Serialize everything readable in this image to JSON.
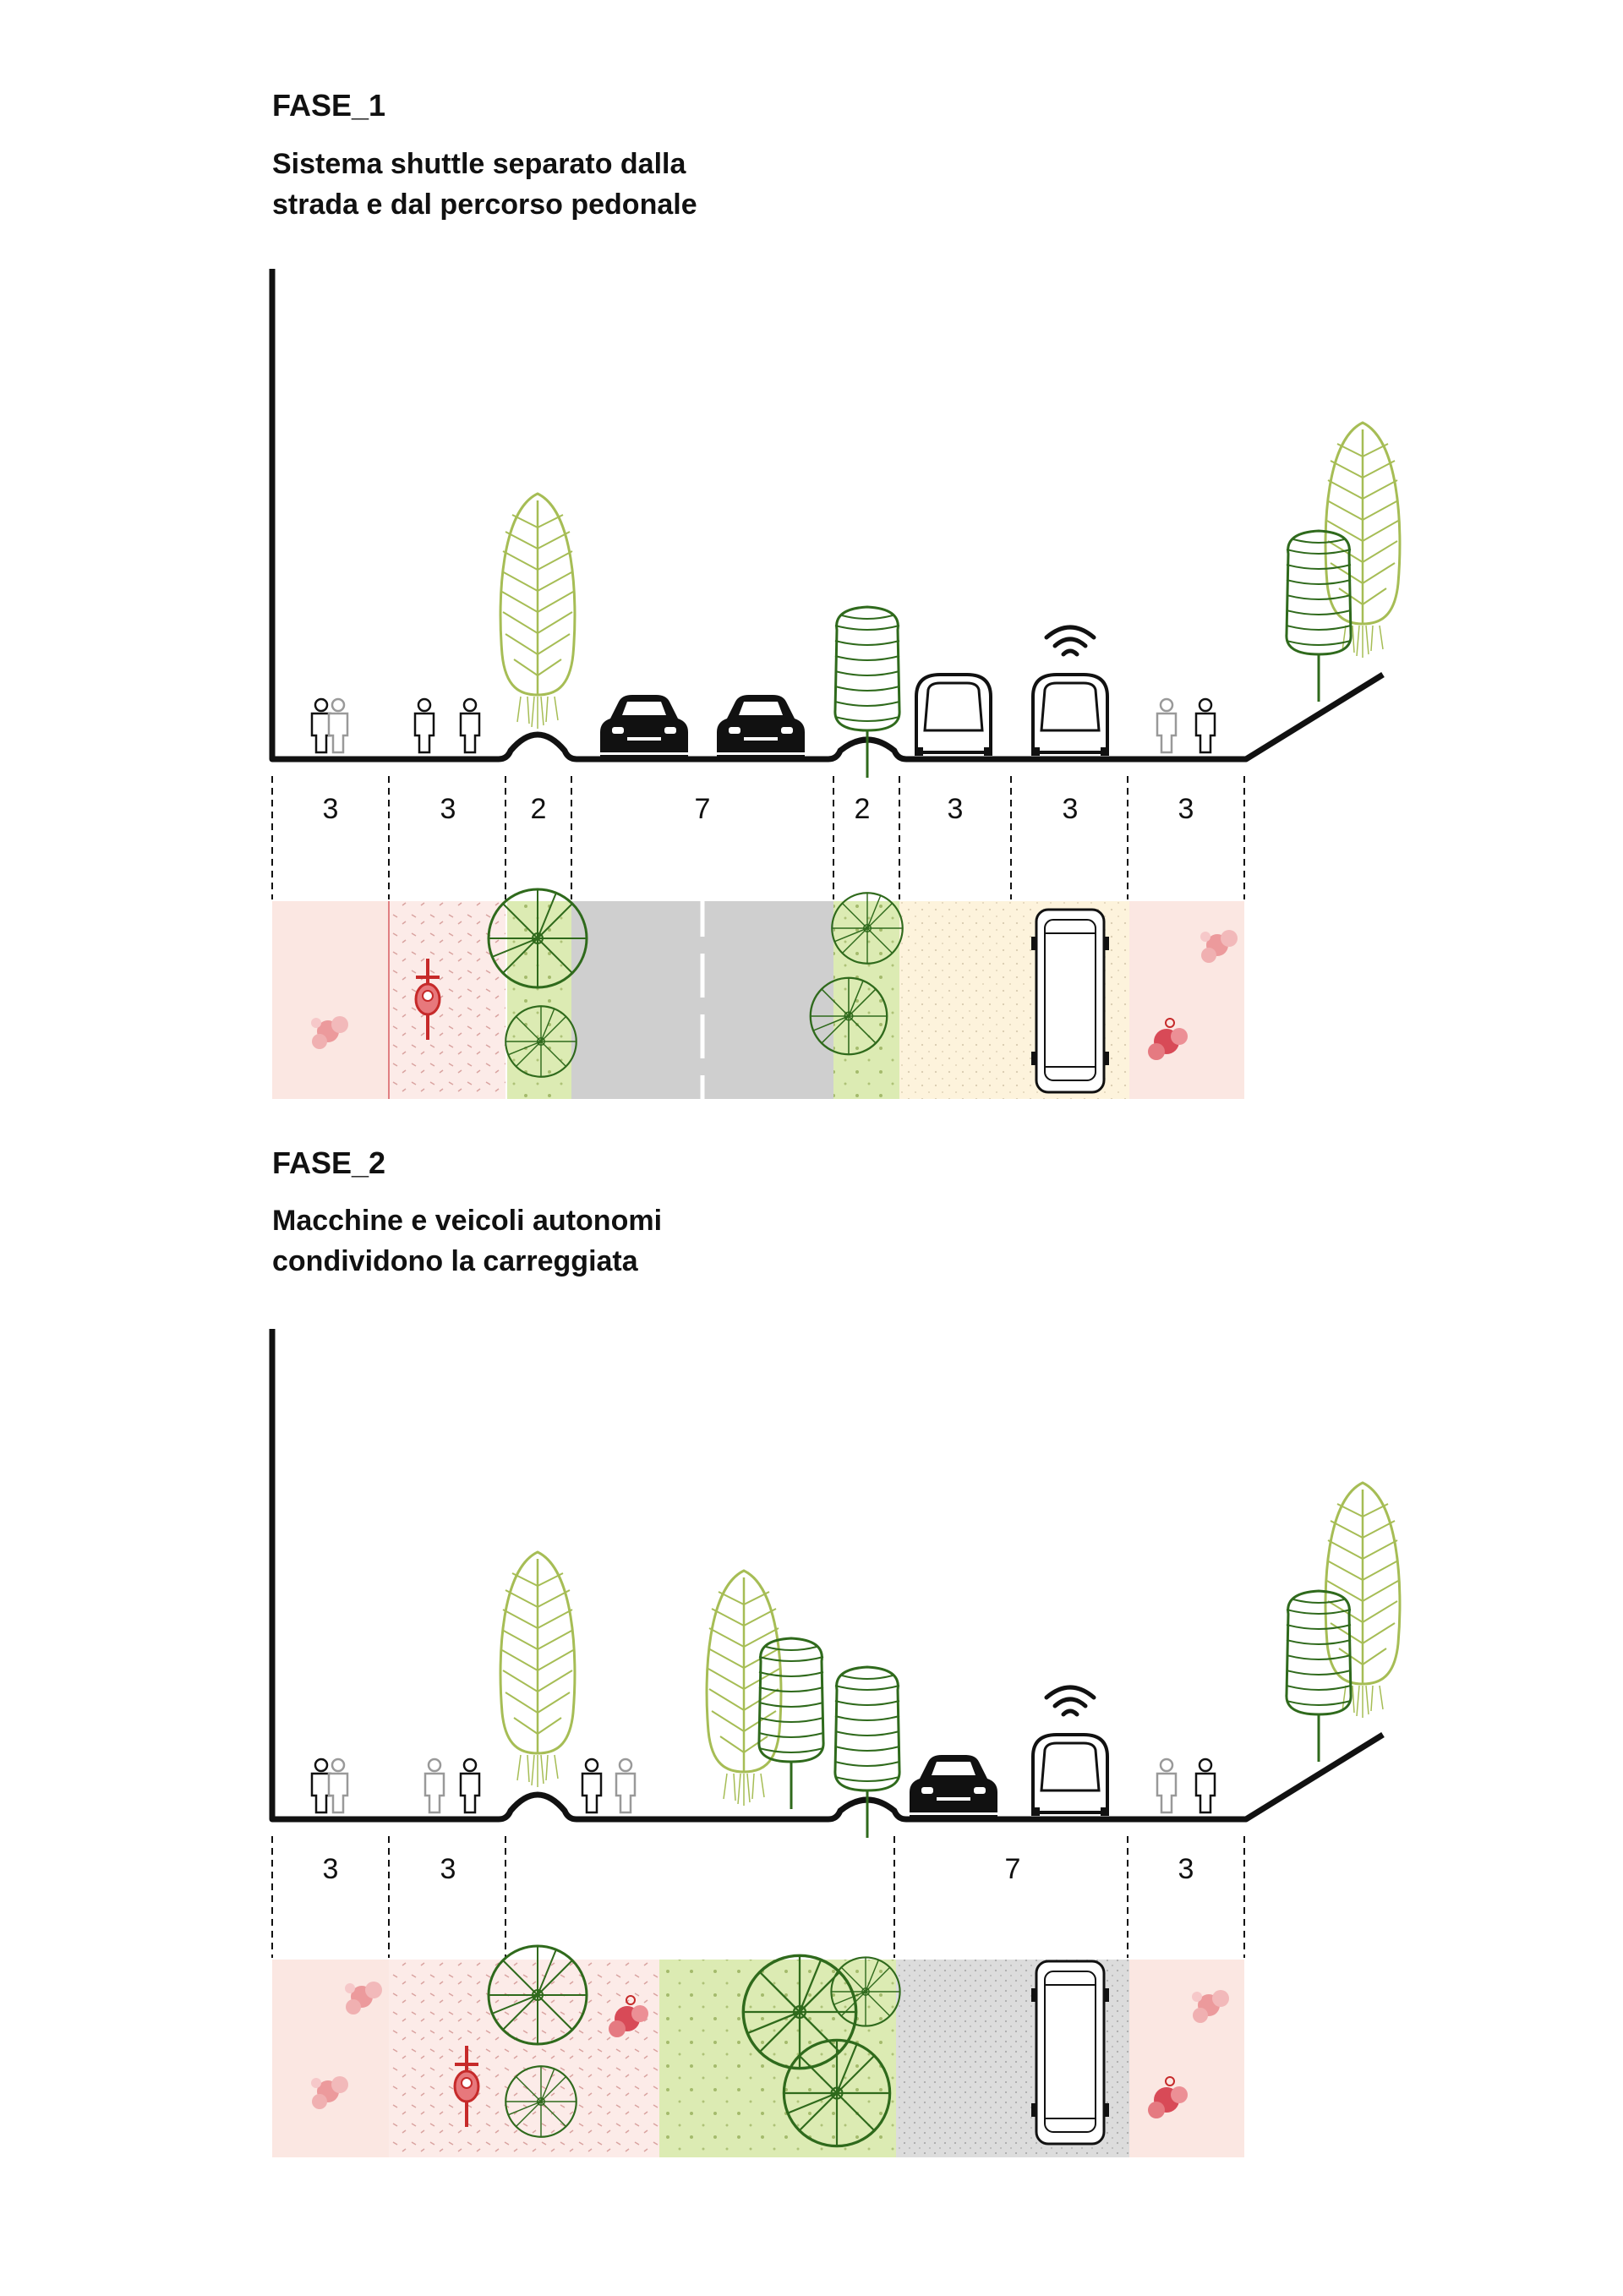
{
  "colors": {
    "line": "#111111",
    "pedestrian": "#fbe7e2",
    "bike": "#fcebe8",
    "green_strip": "#dcebb3",
    "green_strip_dark": "#cde29a",
    "road": "#cfcfcf",
    "shuttle": "#fdf3dc",
    "tree_light": "#a6bd55",
    "tree_dark": "#2f6a1c",
    "accent_red": "#c62a2a",
    "people_pink": "#e78f92"
  },
  "phases": [
    {
      "title": "FASE_1",
      "subtitle": [
        "Sistema shuttle separato dalla",
        "strada e dal percorso pedonale"
      ],
      "widths": [
        "3",
        "3",
        "2",
        "7",
        "2",
        "3",
        "3",
        "3"
      ]
    },
    {
      "title": "FASE_2",
      "subtitle": [
        "Macchine e veicoli autonomi",
        "condividono la carreggiata"
      ],
      "widths": [
        "3",
        "3",
        "7",
        "3"
      ]
    }
  ]
}
